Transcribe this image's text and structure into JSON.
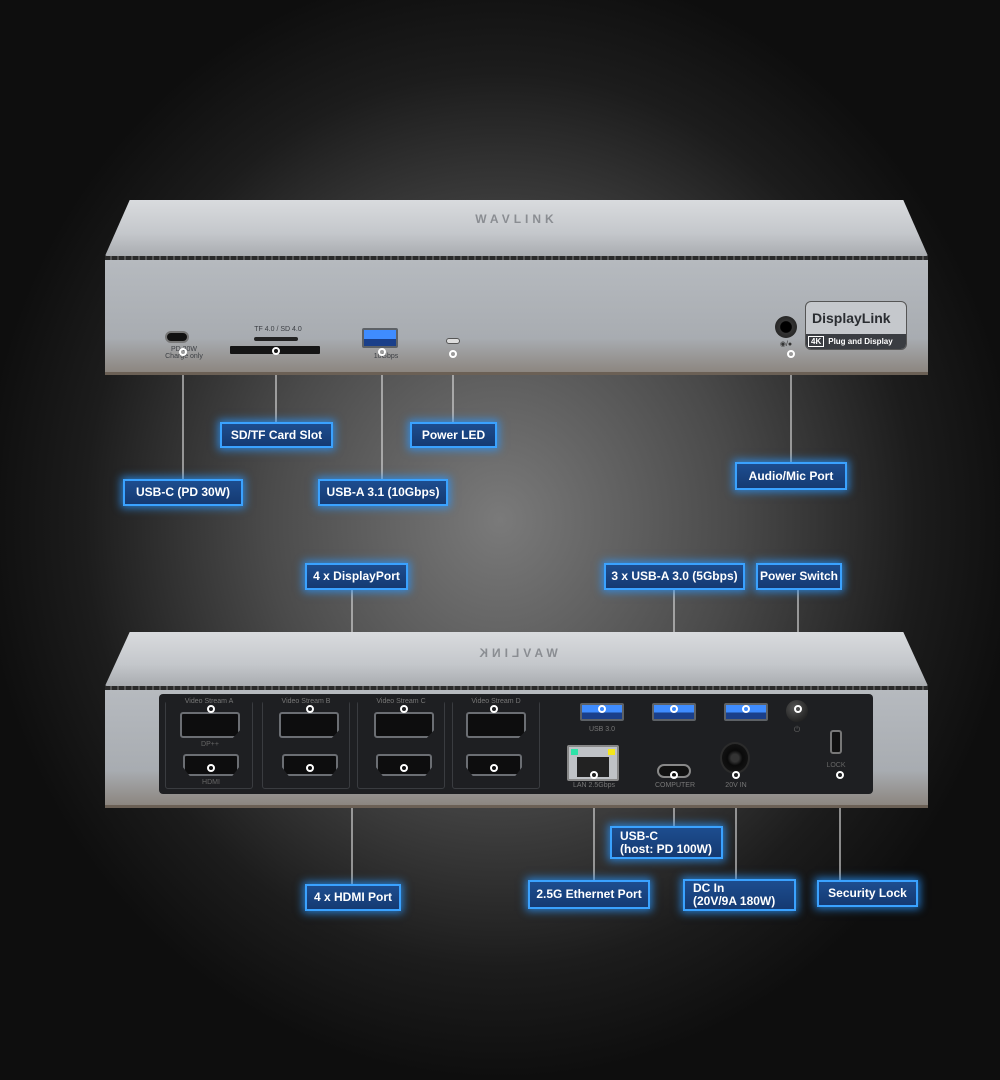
{
  "brand": "WAVLINK",
  "front": {
    "usbc_text1": "PD 30W",
    "usbc_text2": "Charge only",
    "card_text": "TF 4.0 / SD 4.0",
    "usba_text": "10Gbps",
    "displaylink": "DisplayLink",
    "dl_4k": "4K",
    "dl_plug": "Plug and Display"
  },
  "back": {
    "streams": [
      "Video Stream A",
      "Video Stream B",
      "Video Stream C",
      "Video Stream D"
    ],
    "dp_text": "DP++",
    "hdmi_text": "HDMI",
    "usb3_text": "USB 3.0",
    "lan_text": "LAN 2.5Gbps",
    "computer_text": "COMPUTER",
    "dc_text": "20V IN",
    "lock_text": "LOCK"
  },
  "labels": {
    "sd_tf": "SD/TF Card Slot",
    "power_led": "Power LED",
    "usbc_pd30": "USB-C (PD 30W)",
    "usba31": "USB-A 3.1 (10Gbps)",
    "audio_mic": "Audio/Mic Port",
    "displayport": "4 x DisplayPort",
    "usba30": "3 x USB-A 3.0 (5Gbps)",
    "power_switch": "Power Switch",
    "usbc_host_1": "USB-C",
    "usbc_host_2": "(host: PD 100W)",
    "hdmi": "4 x HDMI Port",
    "ethernet": "2.5G Ethernet Port",
    "dc_in_1": "DC In",
    "dc_in_2": "(20V/9A 180W)",
    "security_lock": "Security Lock"
  },
  "colors": {
    "label_bg": "#1d4d8f",
    "label_glow": "#3aa2ff",
    "usb_blue": "#3f8cff"
  }
}
